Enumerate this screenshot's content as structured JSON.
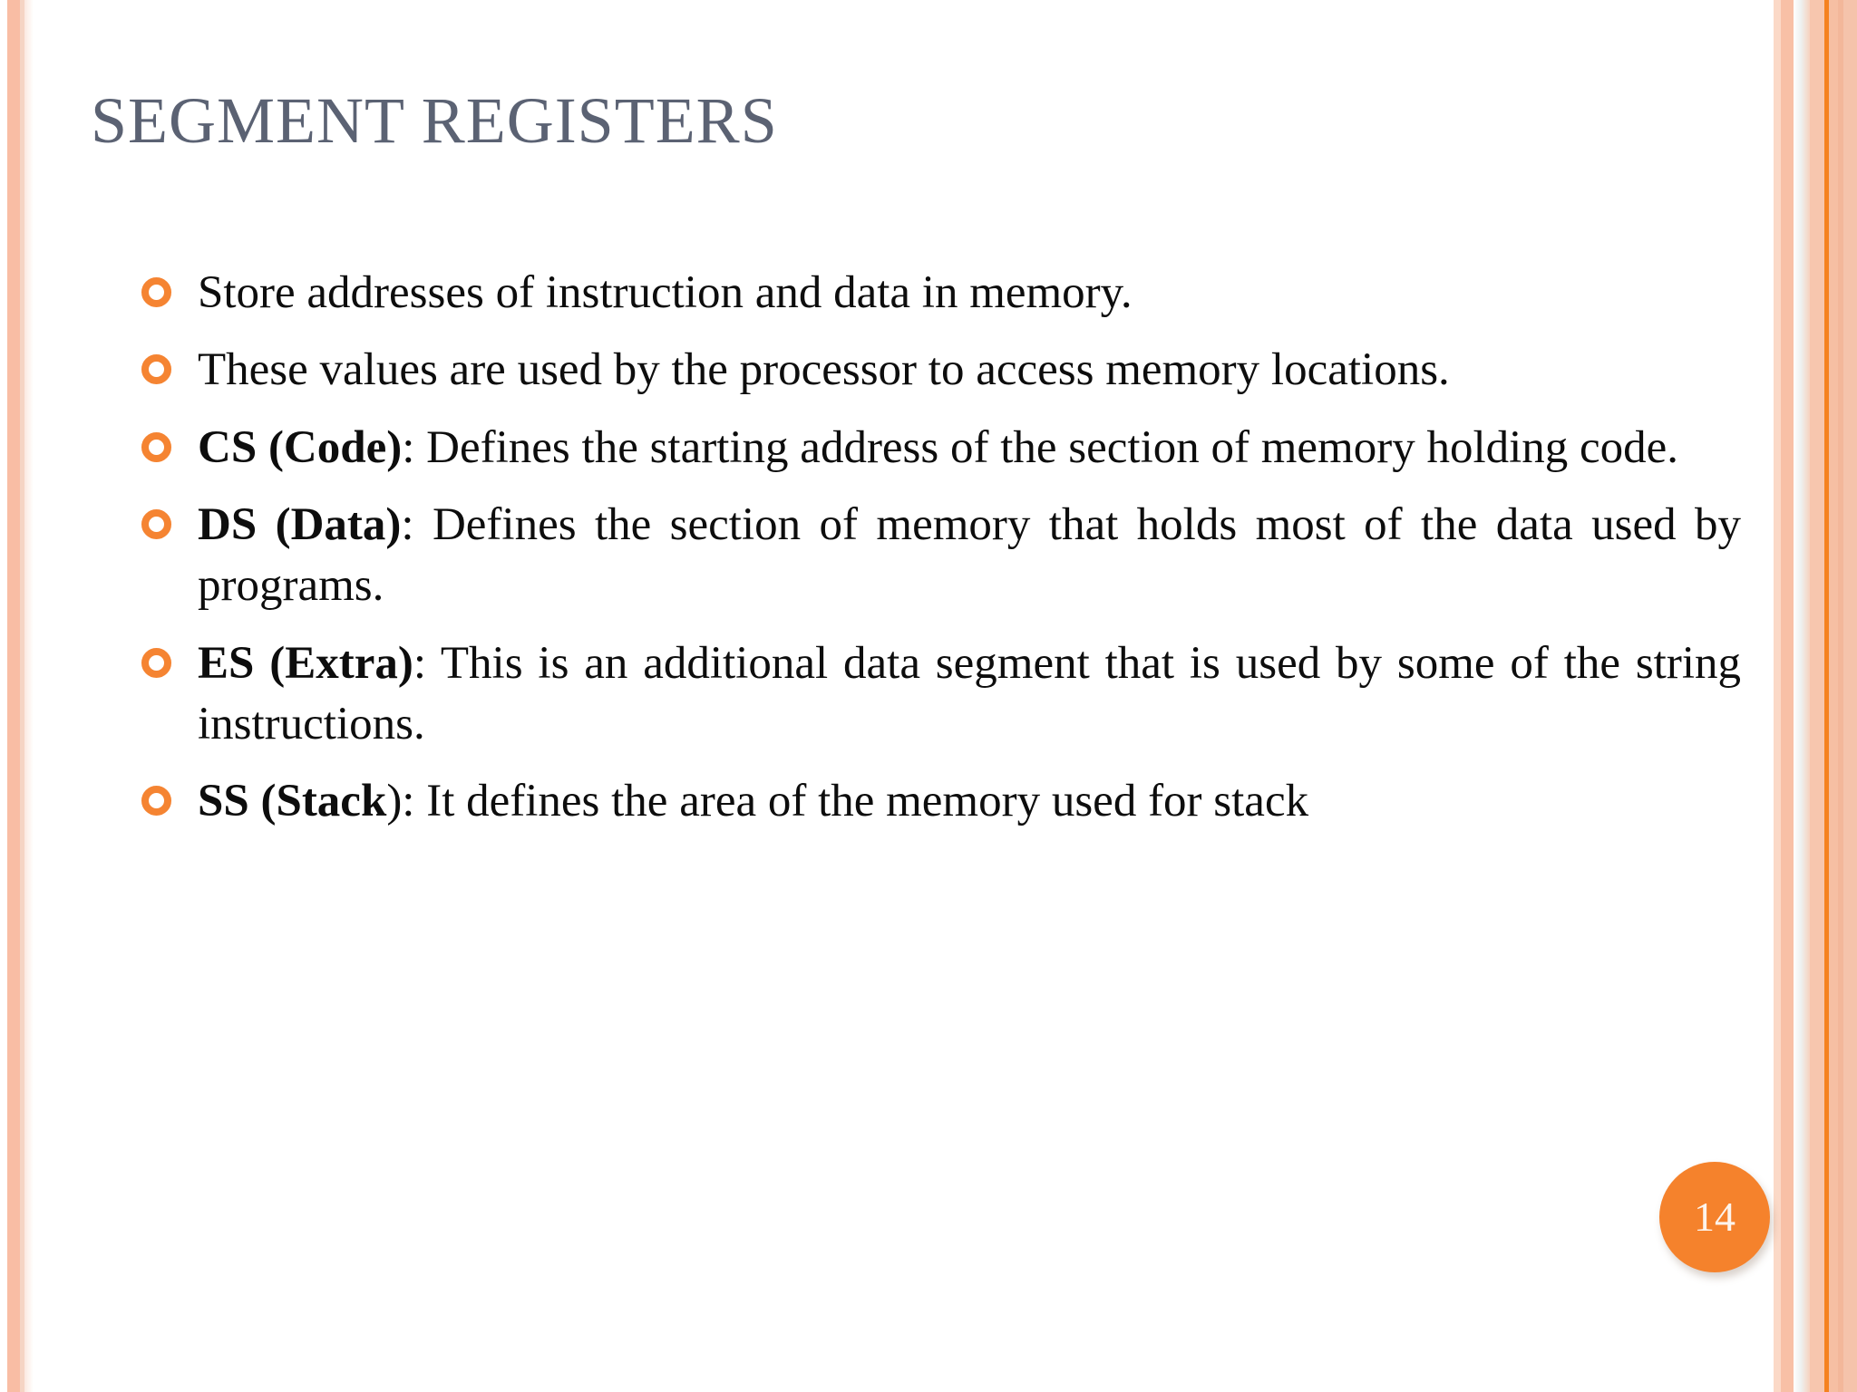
{
  "slide": {
    "title": "SEGMENT REGISTERS",
    "page_number": "14",
    "colors": {
      "title_gray": "#5b6273",
      "bullet_orange": "#f58432",
      "badge_orange": "#f5822c",
      "stripe_peach": "#f8c0a6",
      "stripe_accent": "#f58220",
      "body_text": "#0d0d0d"
    },
    "bullets": [
      {
        "lead": "",
        "text": "Store addresses of instruction and data in memory."
      },
      {
        "lead": "",
        "text": "These values are used by the processor to access memory locations."
      },
      {
        "lead": "CS (Code)",
        "text": ": Defines the starting address of the section of memory holding code."
      },
      {
        "lead": "DS (Data)",
        "text": ": Defines the section of memory that holds most of the data used by programs."
      },
      {
        "lead": "ES (Extra)",
        "text": ": This is an additional data segment that is used by some of the string instructions."
      },
      {
        "lead": "SS (Stack",
        "lead_tail": ")",
        "text": ": It defines the area of the memory used for stack"
      }
    ]
  }
}
